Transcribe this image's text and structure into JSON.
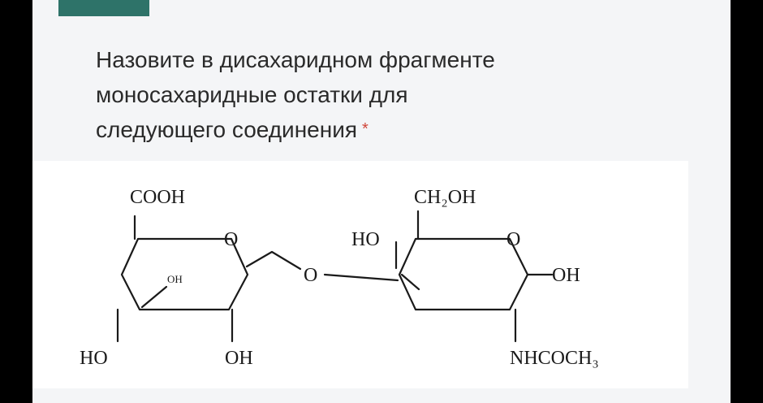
{
  "question": {
    "line1": "Назовите в дисахаридном фрагменте",
    "line2": "моносахаридные остатки для",
    "line3": "следующего соединения",
    "required_mark": "*"
  },
  "structure": {
    "left_ring": {
      "top_group": "COOH",
      "ring_oxygen": "O",
      "inner_group": "OH",
      "bottom_left_group": "HO",
      "bottom_right_group": "OH"
    },
    "bridge_oxygen": "O",
    "right_ring": {
      "top_group": "CH₂OH",
      "left_group": "HO",
      "ring_oxygen": "O",
      "right_group": "OH",
      "bottom_group": "NHCOCH₃"
    }
  },
  "colors": {
    "badge": "#2e7369",
    "required": "#d0463a"
  }
}
